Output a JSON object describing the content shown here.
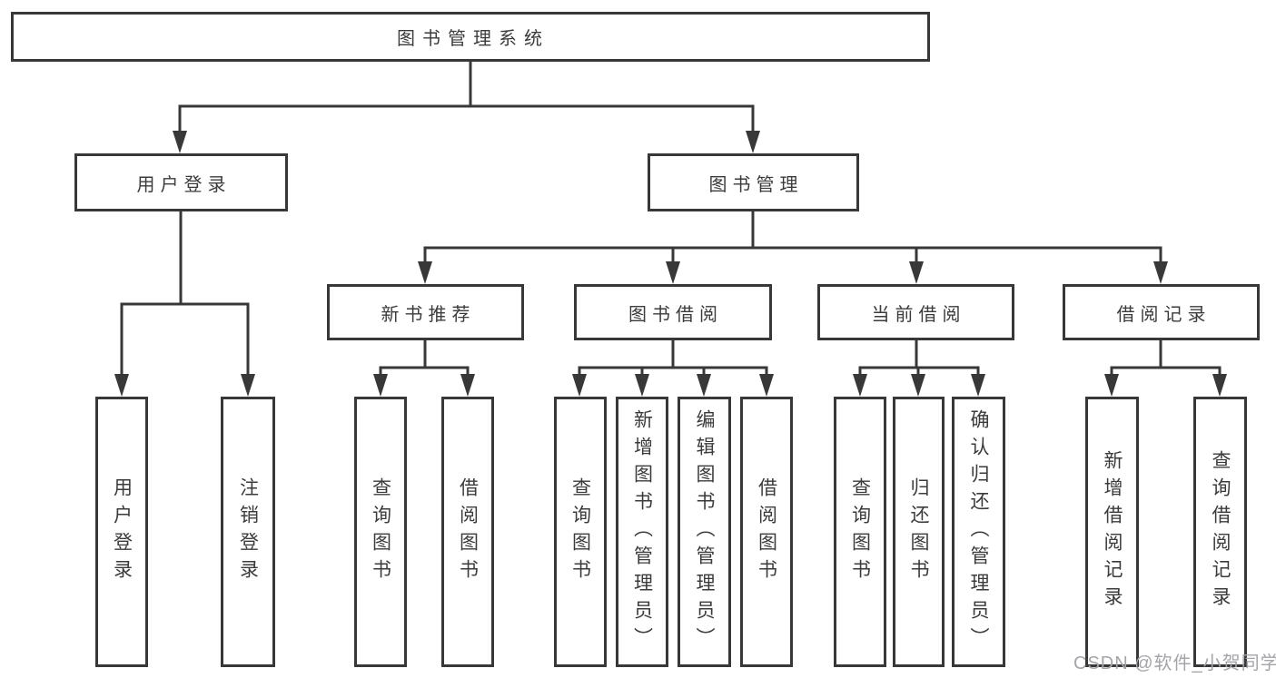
{
  "tree": {
    "label": "图书管理系统",
    "children": [
      {
        "label": "用户登录",
        "children": [
          {
            "label": "用户登录"
          },
          {
            "label": "注销登录"
          }
        ]
      },
      {
        "label": "图书管理",
        "children": [
          {
            "label": "新书推荐",
            "children": [
              {
                "label": "查询图书"
              },
              {
                "label": "借阅图书"
              }
            ]
          },
          {
            "label": "图书借阅",
            "children": [
              {
                "label": "查询图书"
              },
              {
                "label": "新增图书（管理员）"
              },
              {
                "label": "编辑图书（管理员）"
              },
              {
                "label": "借阅图书"
              }
            ]
          },
          {
            "label": "当前借阅",
            "children": [
              {
                "label": "查询图书"
              },
              {
                "label": "归还图书"
              },
              {
                "label": "确认归还（管理员）"
              }
            ]
          },
          {
            "label": "借阅记录",
            "children": [
              {
                "label": "新增借阅记录"
              },
              {
                "label": "查询借阅记录"
              }
            ]
          }
        ]
      }
    ]
  },
  "watermark": "CSDN @软件_小贺同学",
  "colors": {
    "line": "#383838",
    "text": "#3b3b3b",
    "background": "#ffffff",
    "watermark": "#a4a4a9"
  }
}
